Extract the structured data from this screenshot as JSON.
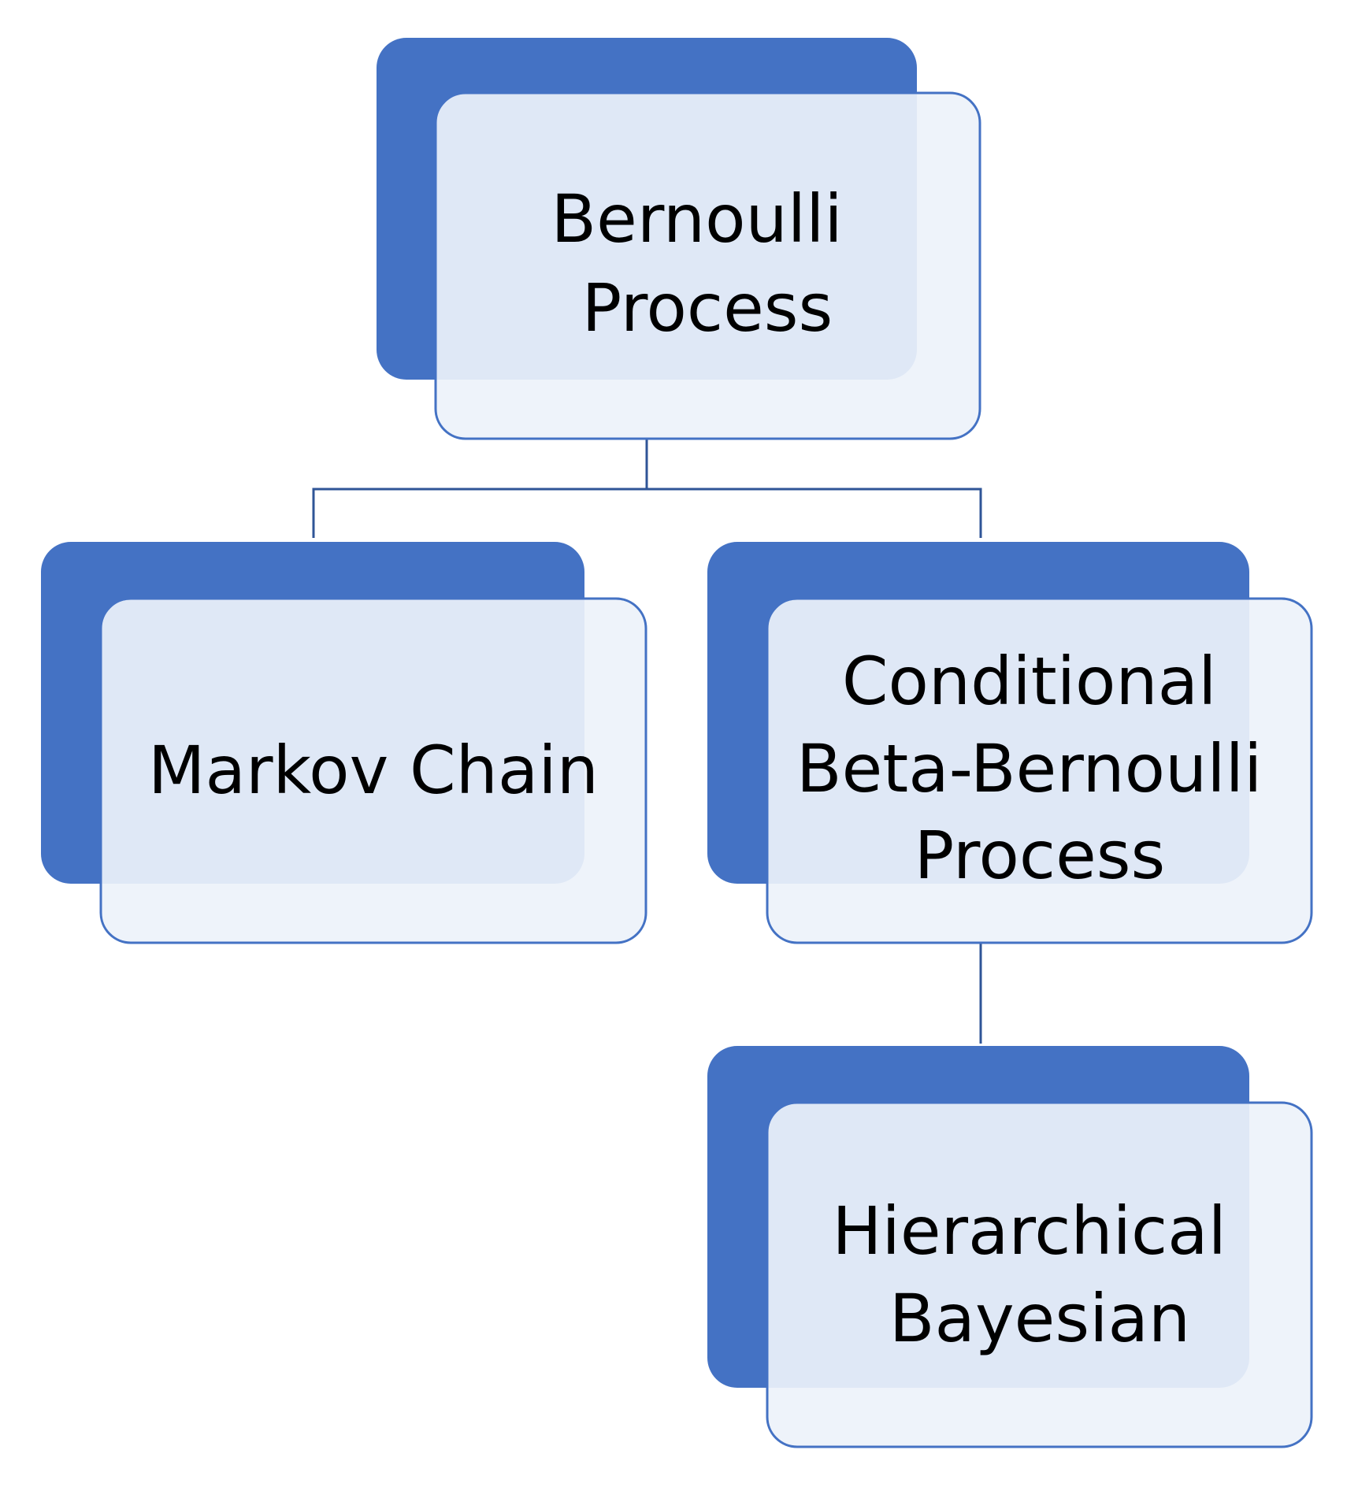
{
  "colors": {
    "back_card": "#4472C4",
    "front_card_fill": "#EDF2FA",
    "front_card_stroke": "#4472C4",
    "connector": "#2F5597",
    "text": "#000000"
  },
  "nodes": [
    {
      "id": "bernoulli-process",
      "lines": [
        "Bernoulli",
        "Process"
      ]
    },
    {
      "id": "markov-chain",
      "lines": [
        "Markov Chain"
      ]
    },
    {
      "id": "conditional-beta-bernoulli-process",
      "lines": [
        "Conditional",
        "Beta-Bernoulli",
        "Process"
      ]
    },
    {
      "id": "hierarchical-bayesian",
      "lines": [
        "Hierarchical",
        "Bayesian"
      ]
    }
  ],
  "edges": [
    {
      "from": "bernoulli-process",
      "to": "markov-chain"
    },
    {
      "from": "bernoulli-process",
      "to": "conditional-beta-bernoulli-process"
    },
    {
      "from": "conditional-beta-bernoulli-process",
      "to": "hierarchical-bayesian"
    }
  ]
}
